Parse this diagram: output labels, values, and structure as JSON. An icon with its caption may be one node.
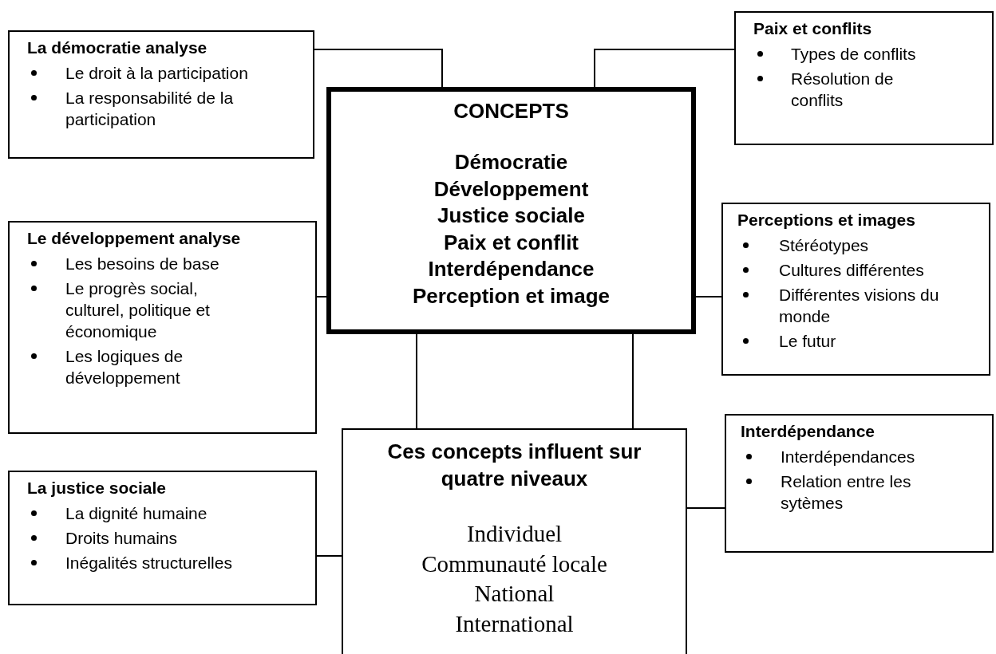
{
  "diagram": {
    "nodes": [
      {
        "text": [
          "La démocratie analyse",
          "Le droit à la participation",
          "La responsabilité de la participation"
        ]
      },
      {
        "text": [
          "Paix et conflits",
          "Types de conflits",
          "Résolution de conflits"
        ]
      },
      {
        "text": [
          "CONCEPTS",
          "Démocratie",
          "Développement",
          "Justice sociale",
          "Paix et conflit",
          "Interdépendance",
          "Perception et image"
        ]
      },
      {
        "text": [
          "Le développement analyse",
          "Les besoins de base",
          "Le progrès social, culturel, politique et économique",
          "Les logiques de développement"
        ]
      },
      {
        "text": [
          "Perceptions et images",
          "Stéréotypes",
          "Cultures différentes",
          "Différentes visions du monde",
          "Le futur"
        ]
      },
      {
        "text": [
          "Ces concepts influent sur quatre niveaux",
          "Individuel",
          "Communauté locale",
          "National",
          "International"
        ]
      },
      {
        "text": [
          "Interdépendance",
          "Interdépendances",
          "Relation entre les sytèmes"
        ]
      },
      {
        "text": [
          "La justice sociale",
          "La dignité humaine",
          "Droits humains",
          "Inégalités structurelles"
        ]
      }
    ],
    "edges": [
      {
        "from": 0,
        "to": 2,
        "arrow": "none"
      },
      {
        "from": 1,
        "to": 2,
        "arrow": "none"
      },
      {
        "from": 3,
        "to": 2,
        "arrow": "none"
      },
      {
        "from": 4,
        "to": 2,
        "arrow": "none"
      },
      {
        "from": 2,
        "to": 5,
        "arrow": "none"
      },
      {
        "from": 2,
        "to": 5,
        "arrow": "none"
      },
      {
        "from": 7,
        "to": 5,
        "arrow": "none"
      },
      {
        "from": 6,
        "to": 5,
        "arrow": "none"
      }
    ]
  }
}
